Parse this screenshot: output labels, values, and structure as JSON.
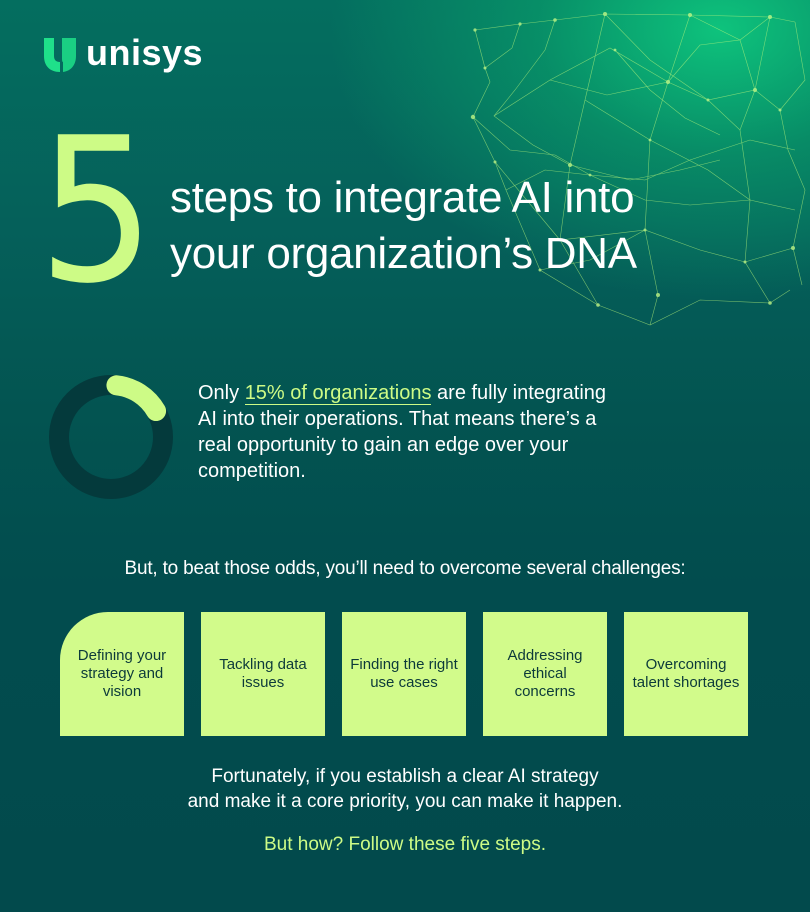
{
  "brand": {
    "name": "unisys",
    "logo_icon": "unisys-u-logo-icon",
    "logo_color": "#1fe08a"
  },
  "colors": {
    "accent": "#cdfb86",
    "card_bg": "#d2fb8b",
    "card_text": "#0c3a3a",
    "background_dark": "#024a4c",
    "background_top": "#046e5f",
    "donut_track": "#043a3c"
  },
  "hero": {
    "number": "5",
    "title_line1": "steps to integrate AI into",
    "title_line2": "your organization’s DNA"
  },
  "stat": {
    "percent": 15,
    "prefix": "Only ",
    "highlight": "15% of organizations",
    "suffix": " are fully integrating AI into their operations. That means there’s a real opportunity to gain an edge over your competition."
  },
  "challenges": {
    "intro": "But, to beat those odds, you’ll need to overcome several challenges:",
    "items": [
      {
        "label": "Defining your strategy and vision"
      },
      {
        "label": "Tackling data issues"
      },
      {
        "label": "Finding the right use cases"
      },
      {
        "label": "Addressing ethical concerns"
      },
      {
        "label": "Overcoming talent shortages"
      }
    ]
  },
  "outro": {
    "line1": "Fortunately, if you establish a clear AI strategy",
    "line2": "and make it a core priority, you can make it happen."
  },
  "cta": "But how? Follow these five steps."
}
